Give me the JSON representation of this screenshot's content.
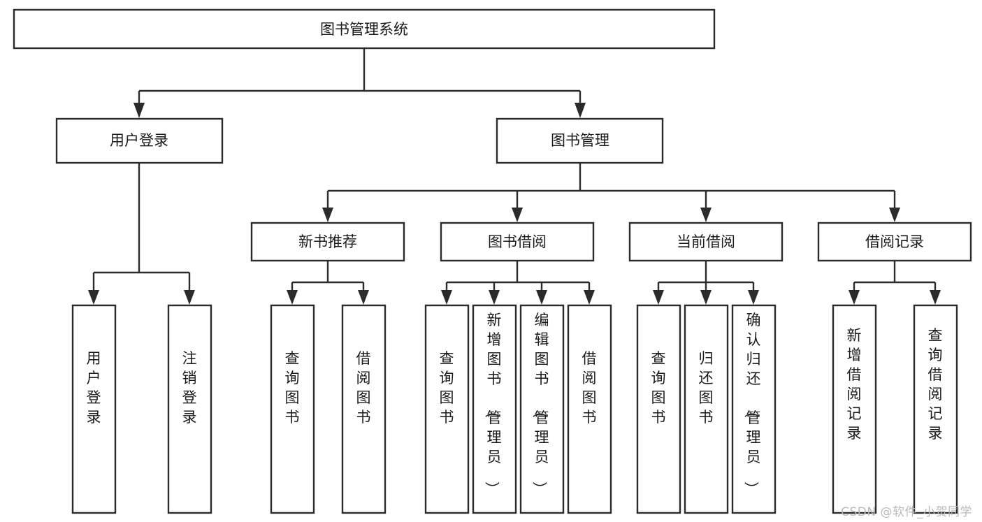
{
  "diagram": {
    "title": "图书管理系统",
    "type": "hierarchy-tree",
    "watermark": "CSDN @软件_小贺同学",
    "colors": {
      "background": "#ffffff",
      "box_fill": "#ffffff",
      "box_stroke": "#2b2b2b",
      "text": "#1a1a1a",
      "watermark": "#b9b9b9"
    },
    "levels": {
      "root": {
        "label": "图书管理系统"
      },
      "level2": [
        {
          "id": "user-login",
          "label": "用户登录"
        },
        {
          "id": "book-management",
          "label": "图书管理"
        }
      ],
      "level3": [
        {
          "id": "new-book-recommend",
          "label": "新书推荐"
        },
        {
          "id": "book-borrow",
          "label": "图书借阅"
        },
        {
          "id": "current-borrow",
          "label": "当前借阅"
        },
        {
          "id": "borrow-record",
          "label": "借阅记录"
        }
      ],
      "leaves": {
        "user_login": [
          {
            "id": "leaf-user-login",
            "label": "用户登录"
          },
          {
            "id": "leaf-logout-login",
            "label": "注销登录"
          }
        ],
        "new_book_recommend": [
          {
            "id": "leaf-query-book-1",
            "label": "查询图书"
          },
          {
            "id": "leaf-borrow-book-1",
            "label": "借阅图书"
          }
        ],
        "book_borrow": [
          {
            "id": "leaf-query-book-2",
            "label": "查询图书"
          },
          {
            "id": "leaf-add-book",
            "label": "新增图书（管理员）"
          },
          {
            "id": "leaf-edit-book",
            "label": "编辑图书（管理员）"
          },
          {
            "id": "leaf-borrow-book-2",
            "label": "借阅图书"
          }
        ],
        "current_borrow": [
          {
            "id": "leaf-query-book-3",
            "label": "查询图书"
          },
          {
            "id": "leaf-return-book",
            "label": "归还图书"
          },
          {
            "id": "leaf-confirm-return",
            "label": "确认归还（管理员）"
          }
        ],
        "borrow_record": [
          {
            "id": "leaf-add-record",
            "label": "新增借阅记录"
          },
          {
            "id": "leaf-query-record",
            "label": "查询借阅记录"
          }
        ]
      }
    }
  }
}
